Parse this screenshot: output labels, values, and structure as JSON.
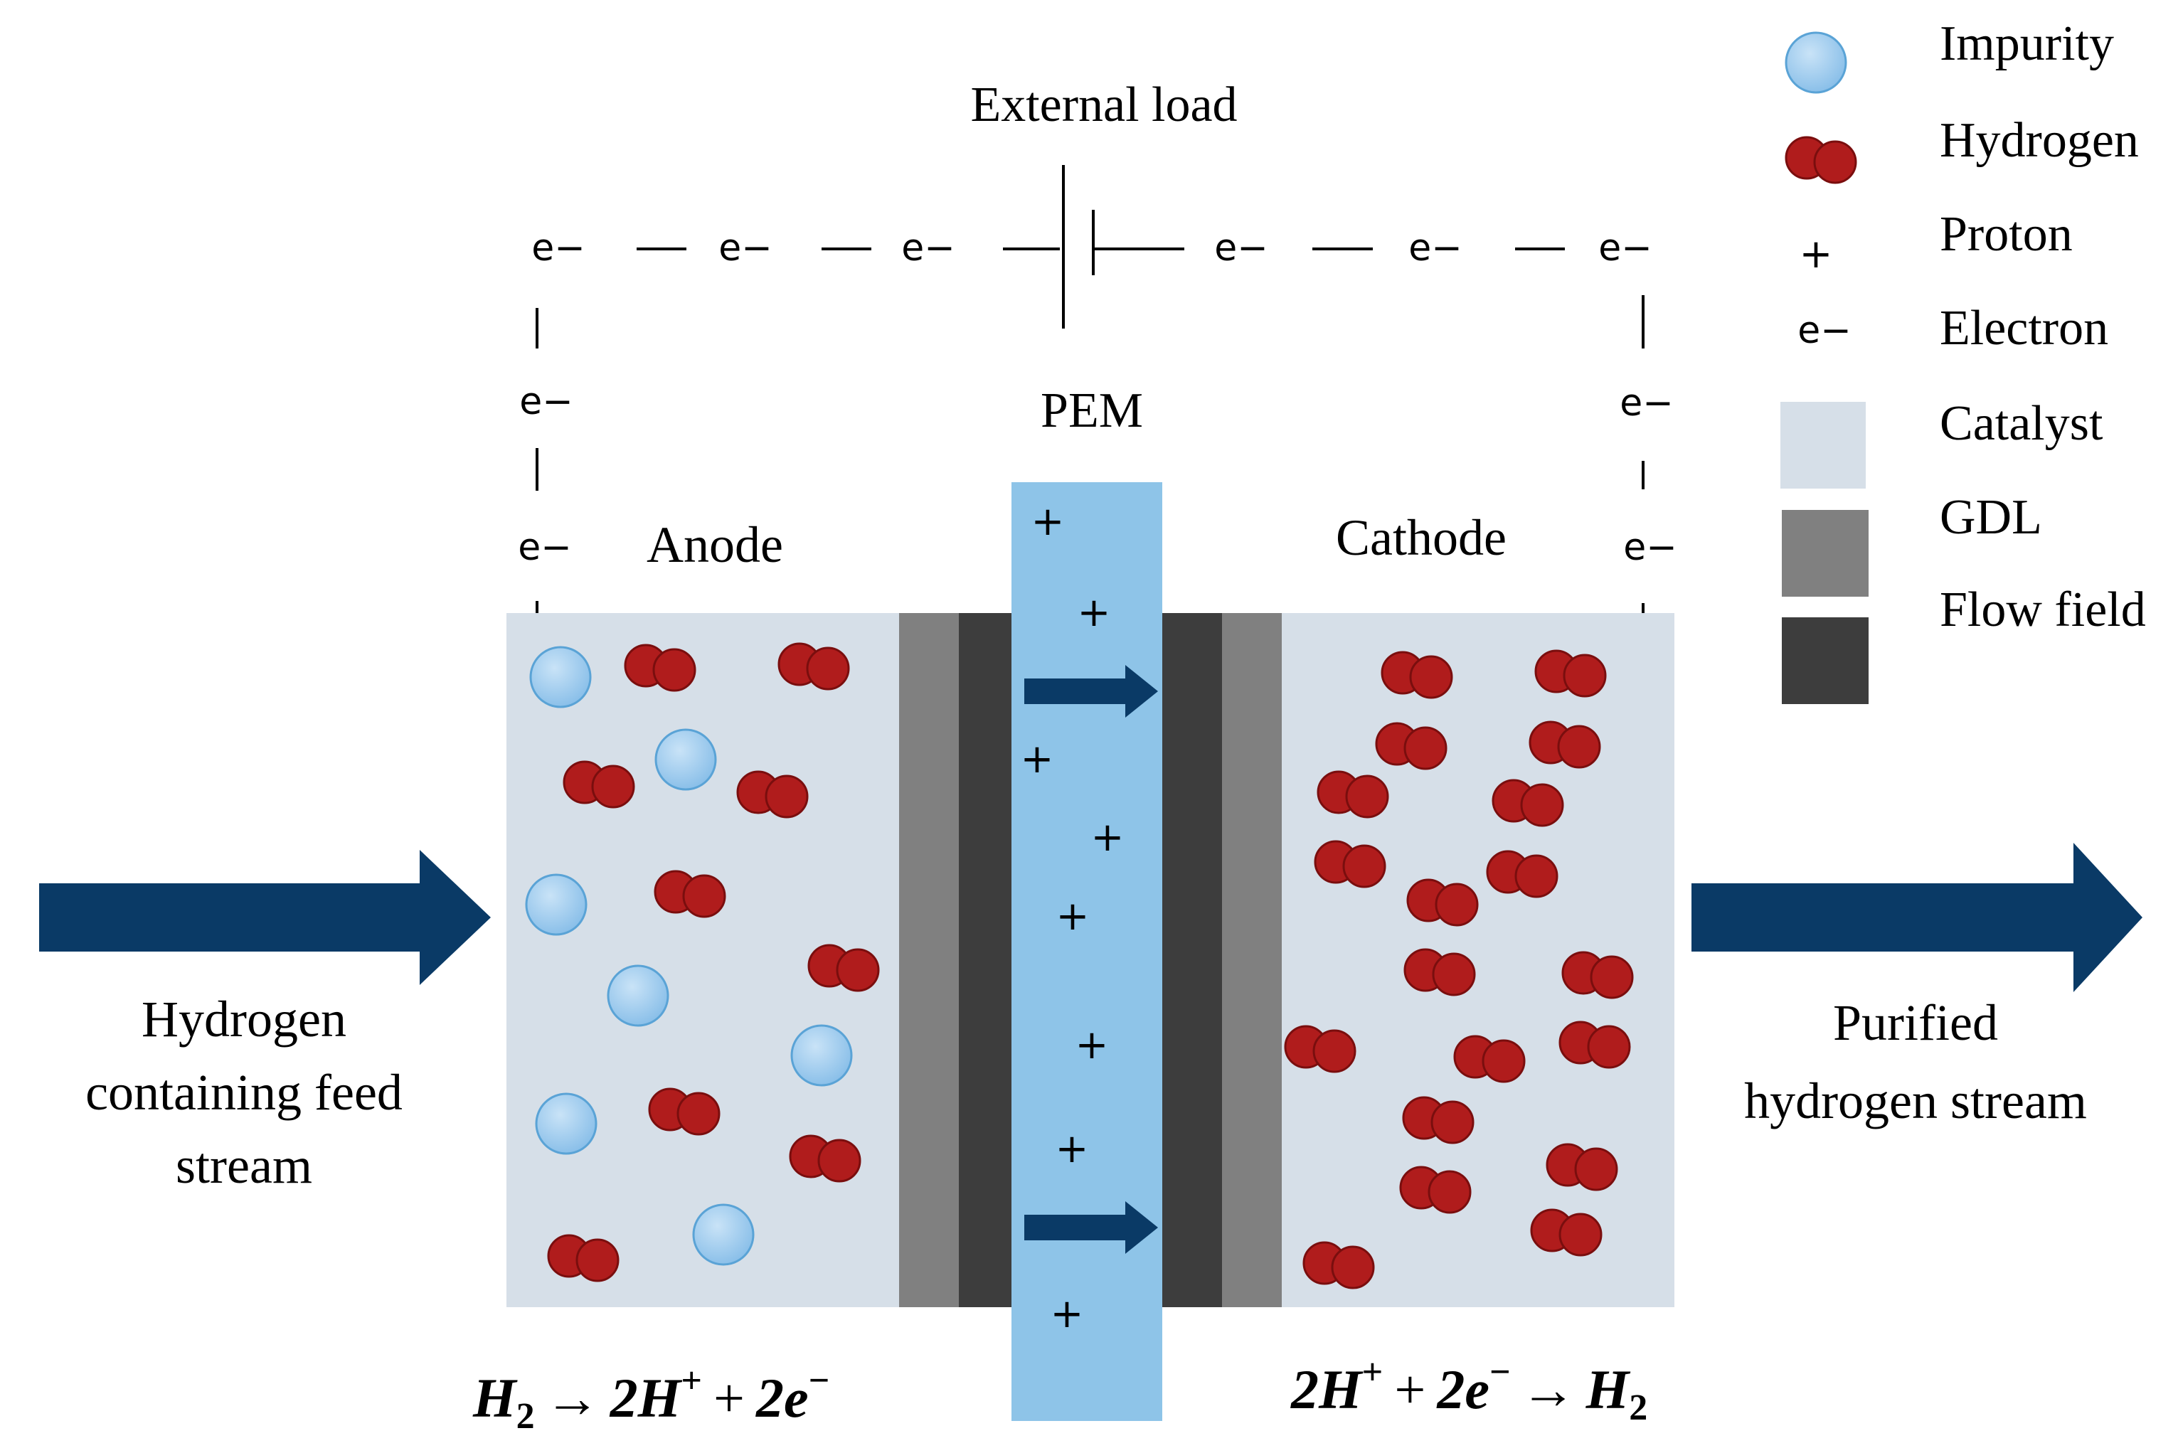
{
  "labels": {
    "external_load": "External load",
    "pem": "PEM",
    "anode": "Anode",
    "cathode": "Cathode",
    "feed_line1": "Hydrogen",
    "feed_line2": "containing feed",
    "feed_line3": "stream",
    "purified_line1": "Purified",
    "purified_line2": "hydrogen stream"
  },
  "symbols": {
    "electron": "e−",
    "proton": "+"
  },
  "equations": {
    "anode": {
      "h": "H",
      "sub2": "2",
      "arrow": "→",
      "two_h": "2H",
      "plus_sup": "+",
      "plus": "+",
      "two_e": "2e",
      "minus_sup": "−"
    },
    "cathode": {
      "two_h": "2H",
      "plus_sup": "+",
      "plus": "+",
      "two_e": "2e",
      "minus_sup": "−",
      "arrow": "→",
      "h": "H",
      "sub2": "2"
    }
  },
  "legend": {
    "impurity": "Impurity",
    "hydrogen": "Hydrogen",
    "proton": "Proton",
    "electron": "Electron",
    "catalyst": "Catalyst",
    "gdl": "GDL",
    "flow_field": "Flow field"
  },
  "colors": {
    "catalyst": "#d6dfe8",
    "gdl": "#808080",
    "flow_field": "#3d3d3d",
    "pem": "#8ec4e8",
    "arrow": "#0a3a66",
    "hydrogen": "#b01c1c",
    "impurity": "#9ccbee"
  }
}
